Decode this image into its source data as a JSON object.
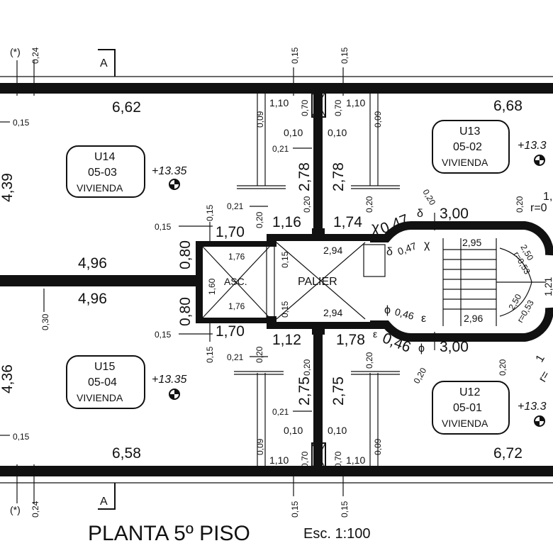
{
  "title": "PLANTA 5º PISO",
  "scale": "Esc. 1:100",
  "section_mark": "A",
  "note_mark": "(*)",
  "palier": "PALIER",
  "asc": "ASC.",
  "units": [
    {
      "id": "U14",
      "code": "05-03",
      "use": "VIVIENDA",
      "level": "+13.35"
    },
    {
      "id": "U15",
      "code": "05-04",
      "use": "VIVIENDA",
      "level": "+13.35"
    },
    {
      "id": "U13",
      "code": "05-02",
      "use": "VIVIENDA",
      "level": "+13.3"
    },
    {
      "id": "U12",
      "code": "05-01",
      "use": "VIVIENDA",
      "level": "+13.3"
    }
  ],
  "dims": {
    "d662": "6,62",
    "d668": "6,68",
    "d658": "6,58",
    "d672": "6,72",
    "d439": "4,39",
    "d436": "4,36",
    "d496": "4,96",
    "d080": "0,80",
    "d170": "1,70",
    "d116": "1,16",
    "d112": "1,12",
    "d174": "1,74",
    "d178": "1,78",
    "d278": "2,78",
    "d275": "2,75",
    "d300": "3,00",
    "d294": "2,94",
    "d295": "2,95",
    "d296": "2,96",
    "d176": "1,76",
    "d160": "1,60",
    "d110": "1,10",
    "d070": "0,70",
    "d047": "0,47",
    "d046": "0,46",
    "d0046": "0,46",
    "d250": "2,50",
    "r053": "r=0,53",
    "d121": "1,21",
    "d015": "0,15",
    "d024": "0,24",
    "d009": "0,09",
    "d010": "0,10",
    "d020": "0,20",
    "d021": "0,21",
    "d030": "0,30",
    "chi": "χ",
    "delta": "δ",
    "phi": "ϕ",
    "eps": "ε",
    "frag1": "1,",
    "fragr": "r=0",
    "frag2": "1",
    "fragr2": "r="
  }
}
